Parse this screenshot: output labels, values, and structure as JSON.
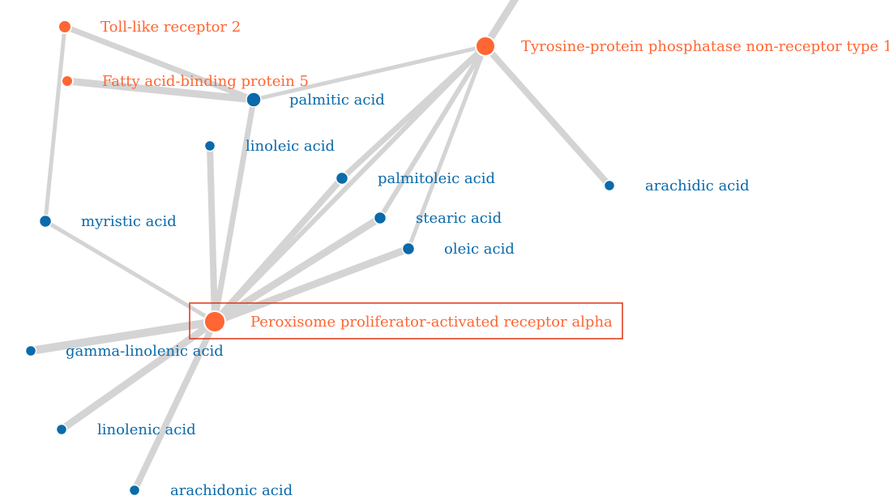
{
  "colors": {
    "protein": "#ff6633",
    "chemical": "#0a6aaa",
    "edge": "#d4d4d4",
    "highlight": "#dd3311"
  },
  "nodes": [
    {
      "id": "ppara",
      "label": "Peroxisome proliferator-activated receptor alpha",
      "kind": "protein",
      "highlighted": true
    },
    {
      "id": "ptpn1",
      "label": "Tyrosine-protein phosphatase non-receptor type 1",
      "kind": "protein"
    },
    {
      "id": "tlr2",
      "label": "Toll-like receptor 2",
      "kind": "protein"
    },
    {
      "id": "fabp5",
      "label": "Fatty acid-binding protein 5",
      "kind": "protein"
    },
    {
      "id": "palmitic",
      "label": "palmitic acid",
      "kind": "chemical"
    },
    {
      "id": "linoleic",
      "label": "linoleic acid",
      "kind": "chemical"
    },
    {
      "id": "palmitoleic",
      "label": "palmitoleic acid",
      "kind": "chemical"
    },
    {
      "id": "arachidic",
      "label": "arachidic acid",
      "kind": "chemical"
    },
    {
      "id": "myristic",
      "label": "myristic acid",
      "kind": "chemical"
    },
    {
      "id": "stearic",
      "label": "stearic acid",
      "kind": "chemical"
    },
    {
      "id": "oleic",
      "label": "oleic acid",
      "kind": "chemical"
    },
    {
      "id": "gammalinolenic",
      "label": "gamma-linolenic acid",
      "kind": "chemical"
    },
    {
      "id": "linolenic",
      "label": "linolenic acid",
      "kind": "chemical"
    },
    {
      "id": "arachidonic",
      "label": "arachidonic acid",
      "kind": "chemical"
    }
  ],
  "edges": [
    {
      "source": "ppara",
      "target": "palmitic"
    },
    {
      "source": "ppara",
      "target": "linoleic"
    },
    {
      "source": "ppara",
      "target": "palmitoleic"
    },
    {
      "source": "ppara",
      "target": "stearic"
    },
    {
      "source": "ppara",
      "target": "oleic"
    },
    {
      "source": "ppara",
      "target": "myristic"
    },
    {
      "source": "ppara",
      "target": "gammalinolenic"
    },
    {
      "source": "ppara",
      "target": "linolenic"
    },
    {
      "source": "ppara",
      "target": "arachidonic"
    },
    {
      "source": "ptpn1",
      "target": "palmitic"
    },
    {
      "source": "ptpn1",
      "target": "palmitoleic"
    },
    {
      "source": "ptpn1",
      "target": "stearic"
    },
    {
      "source": "ptpn1",
      "target": "oleic"
    },
    {
      "source": "ptpn1",
      "target": "arachidic"
    },
    {
      "source": "ptpn1",
      "target": "ppara"
    },
    {
      "source": "ptpn1",
      "target": "offscreen"
    },
    {
      "source": "tlr2",
      "target": "palmitic"
    },
    {
      "source": "tlr2",
      "target": "myristic"
    },
    {
      "source": "fabp5",
      "target": "palmitic"
    }
  ]
}
